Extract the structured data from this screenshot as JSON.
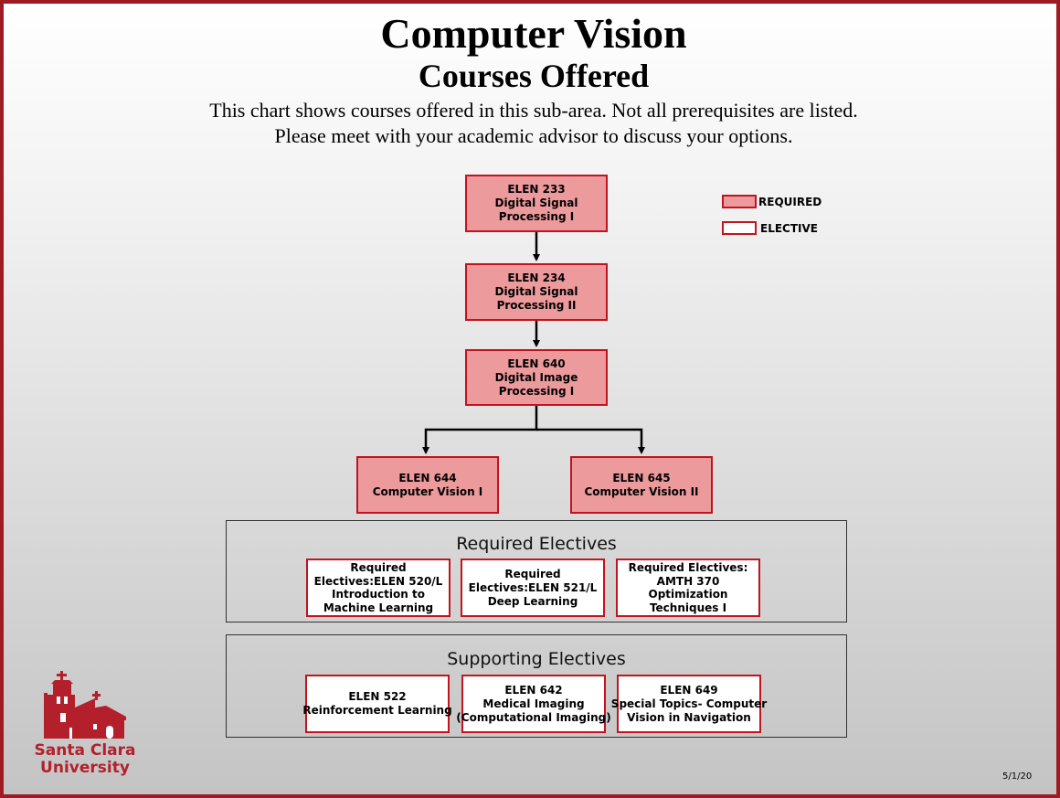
{
  "title": "Computer Vision",
  "subtitle": "Courses Offered",
  "description": [
    "This chart shows courses offered in this sub-area. Not all prerequisites are listed.",
    "Please meet with your academic advisor to discuss your options."
  ],
  "legend": {
    "required": "REQUIRED",
    "elective": "ELECTIVE"
  },
  "colors": {
    "required_fill": "#ec9a9b",
    "border": "#c0141f",
    "brand": "#a01a24"
  },
  "courses": {
    "elen233": [
      "ELEN 233",
      "Digital Signal",
      "Processing I"
    ],
    "elen234": [
      "ELEN 234",
      "Digital Signal",
      "Processing II"
    ],
    "elen640": [
      "ELEN 640",
      "Digital Image",
      "Processing I"
    ],
    "elen644": [
      "ELEN 644",
      "Computer Vision I"
    ],
    "elen645": [
      "ELEN 645",
      "Computer Vision II"
    ]
  },
  "required_electives": {
    "title": "Required Electives",
    "items": [
      [
        "Required",
        "Electives:ELEN 520/L",
        "Introduction to",
        "Machine Learning"
      ],
      [
        "Required",
        "Electives:ELEN 521/L",
        "Deep Learning"
      ],
      [
        "Required Electives:",
        "AMTH 370",
        "Optimization",
        "Techniques I"
      ]
    ]
  },
  "supporting_electives": {
    "title": "Supporting Electives",
    "items": [
      [
        "ELEN 522",
        "Reinforcement Learning"
      ],
      [
        "ELEN 642",
        "Medical Imaging",
        "(Computational Imaging)"
      ],
      [
        "ELEN 649",
        "Special Topics- Computer",
        "Vision in Navigation"
      ]
    ]
  },
  "logo": {
    "line1": "Santa Clara",
    "line2": "University"
  },
  "date": "5/1/20"
}
